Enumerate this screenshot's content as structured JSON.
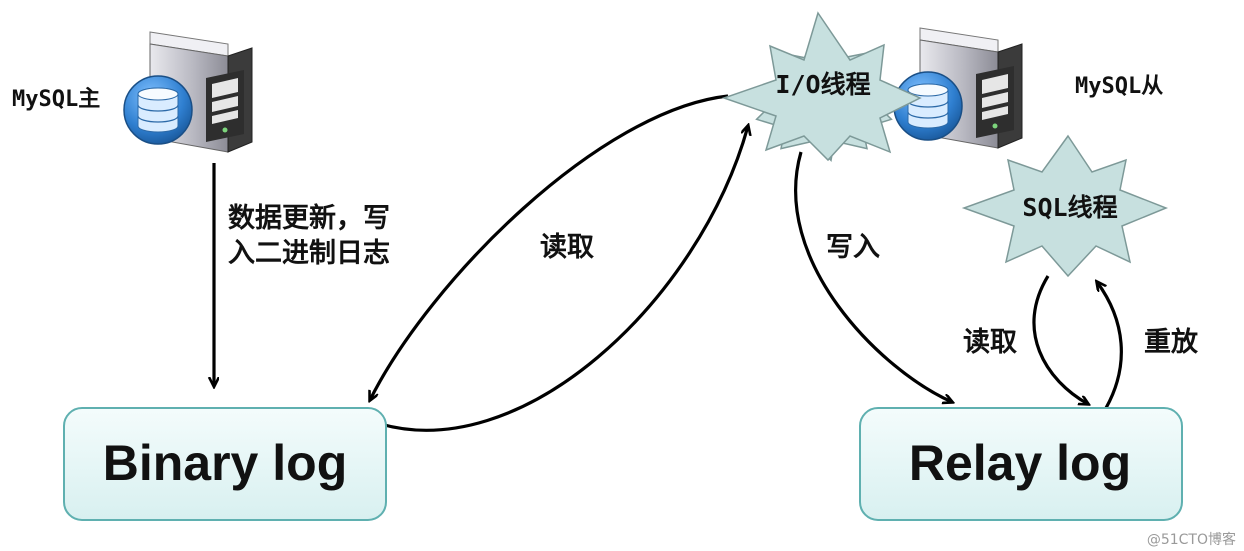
{
  "master": {
    "label": "MySQL主"
  },
  "slave": {
    "label": "MySQL从"
  },
  "steps": {
    "write_binlog_line1": "数据更新，写",
    "write_binlog_line2": "入二进制日志",
    "io_read": "读取",
    "io_write": "写入",
    "sql_read": "读取",
    "sql_replay": "重放"
  },
  "threads": {
    "io": "I/O线程",
    "sql": "SQL线程"
  },
  "logs": {
    "binary": "Binary log",
    "relay": "Relay log"
  },
  "watermark": "@51CTO博客",
  "colors": {
    "box_fill": "#e4f6f6",
    "box_stroke": "#5fb0b0",
    "star_fill": "#c7e0df",
    "star_stroke": "#7d9998",
    "server_dark": "#3b3b3b",
    "disk_blue": "#2f7fd0"
  }
}
